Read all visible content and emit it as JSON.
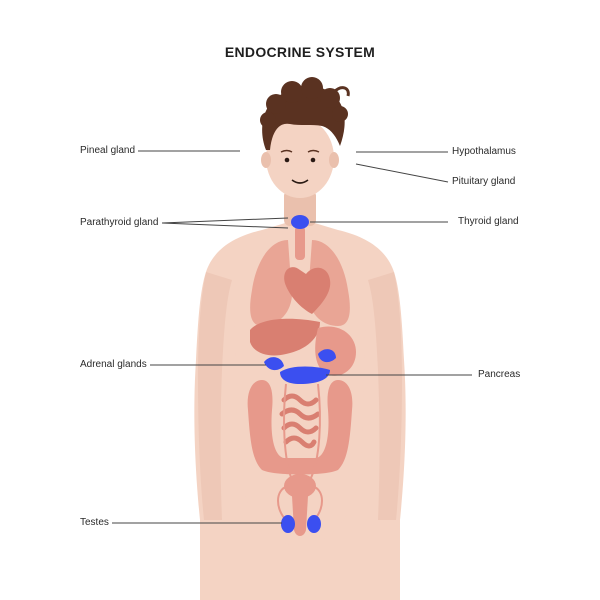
{
  "title": "ENDOCRINE SYSTEM",
  "labels": {
    "pineal": "Pineal gland",
    "hypothalamus": "Hypothalamus",
    "pituitary": "Pituitary gland",
    "parathyroid": "Parathyroid gland",
    "thyroid": "Thyroid gland",
    "adrenal": "Adrenal glands",
    "pancreas": "Pancreas",
    "testes": "Testes"
  },
  "colors": {
    "skin": "#f4d3c3",
    "skin_shadow": "#eac0ad",
    "hair": "#5a3221",
    "organ": "#e7998b",
    "organ_dark": "#d97f71",
    "lung": "#e9a595",
    "gland": "#3b4ff0",
    "line": "#444444"
  }
}
